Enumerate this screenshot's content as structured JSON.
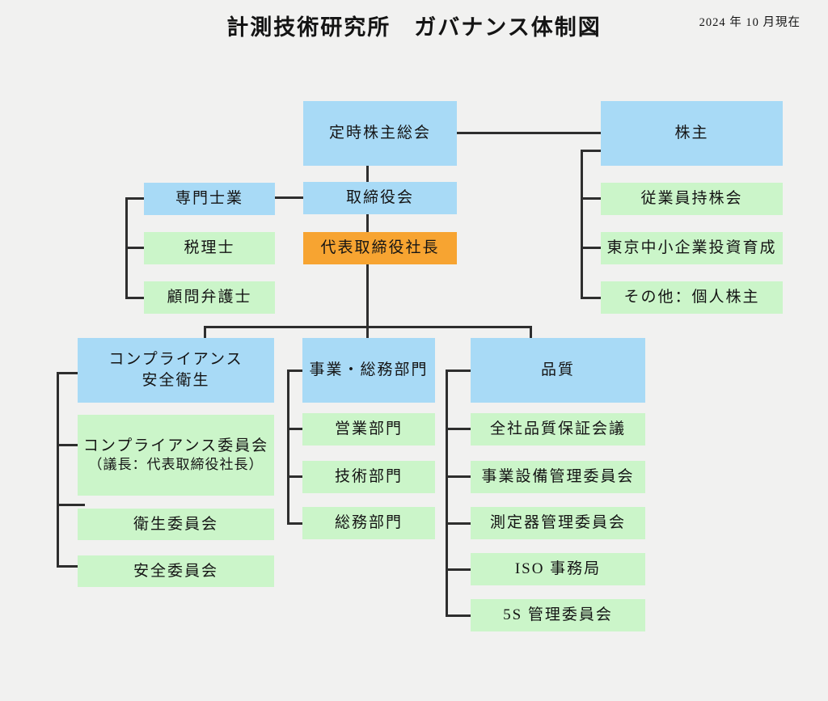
{
  "header": {
    "title": "計測技術研究所　ガバナンス体制図",
    "date": "2024 年 10 月現在"
  },
  "colors": {
    "background": "#f1f1f0",
    "box_blue": "#a8daf6",
    "box_green": "#cbf5c9",
    "box_orange": "#f7a431",
    "line": "#2e2e2e",
    "text": "#141414"
  },
  "nodes": {
    "shareholders_meeting": "定時株主総会",
    "shareholders": "株主",
    "professionals": "専門士業",
    "board_of_directors": "取締役会",
    "tax_accountant": "税理士",
    "president": "代表取締役社長",
    "corporate_lawyer": "顧問弁護士",
    "employee_stock_ownership": "従業員持株会",
    "tokyo_sbic": "東京中小企業投資育成",
    "other_individual_shareholders": "その他：個人株主",
    "compliance_safety": {
      "line1": "コンプライアンス",
      "line2": "安全衛生"
    },
    "compliance_committee": {
      "line1": "コンプライアンス委員会",
      "line2": "（議長：代表取締役社長）"
    },
    "hygiene_committee": "衛生委員会",
    "safety_committee": "安全委員会",
    "business_general_affairs": "事業・総務部門",
    "sales_dept": "営業部門",
    "engineering_dept": "技術部門",
    "general_affairs_dept": "総務部門",
    "quality": "品質",
    "company_quality_assurance_meeting": "全社品質保証会議",
    "facility_management_committee": "事業設備管理委員会",
    "instrument_management_committee": "測定器管理委員会",
    "iso_office": "ISO 事務局",
    "five_s_committee": "5S 管理委員会"
  }
}
